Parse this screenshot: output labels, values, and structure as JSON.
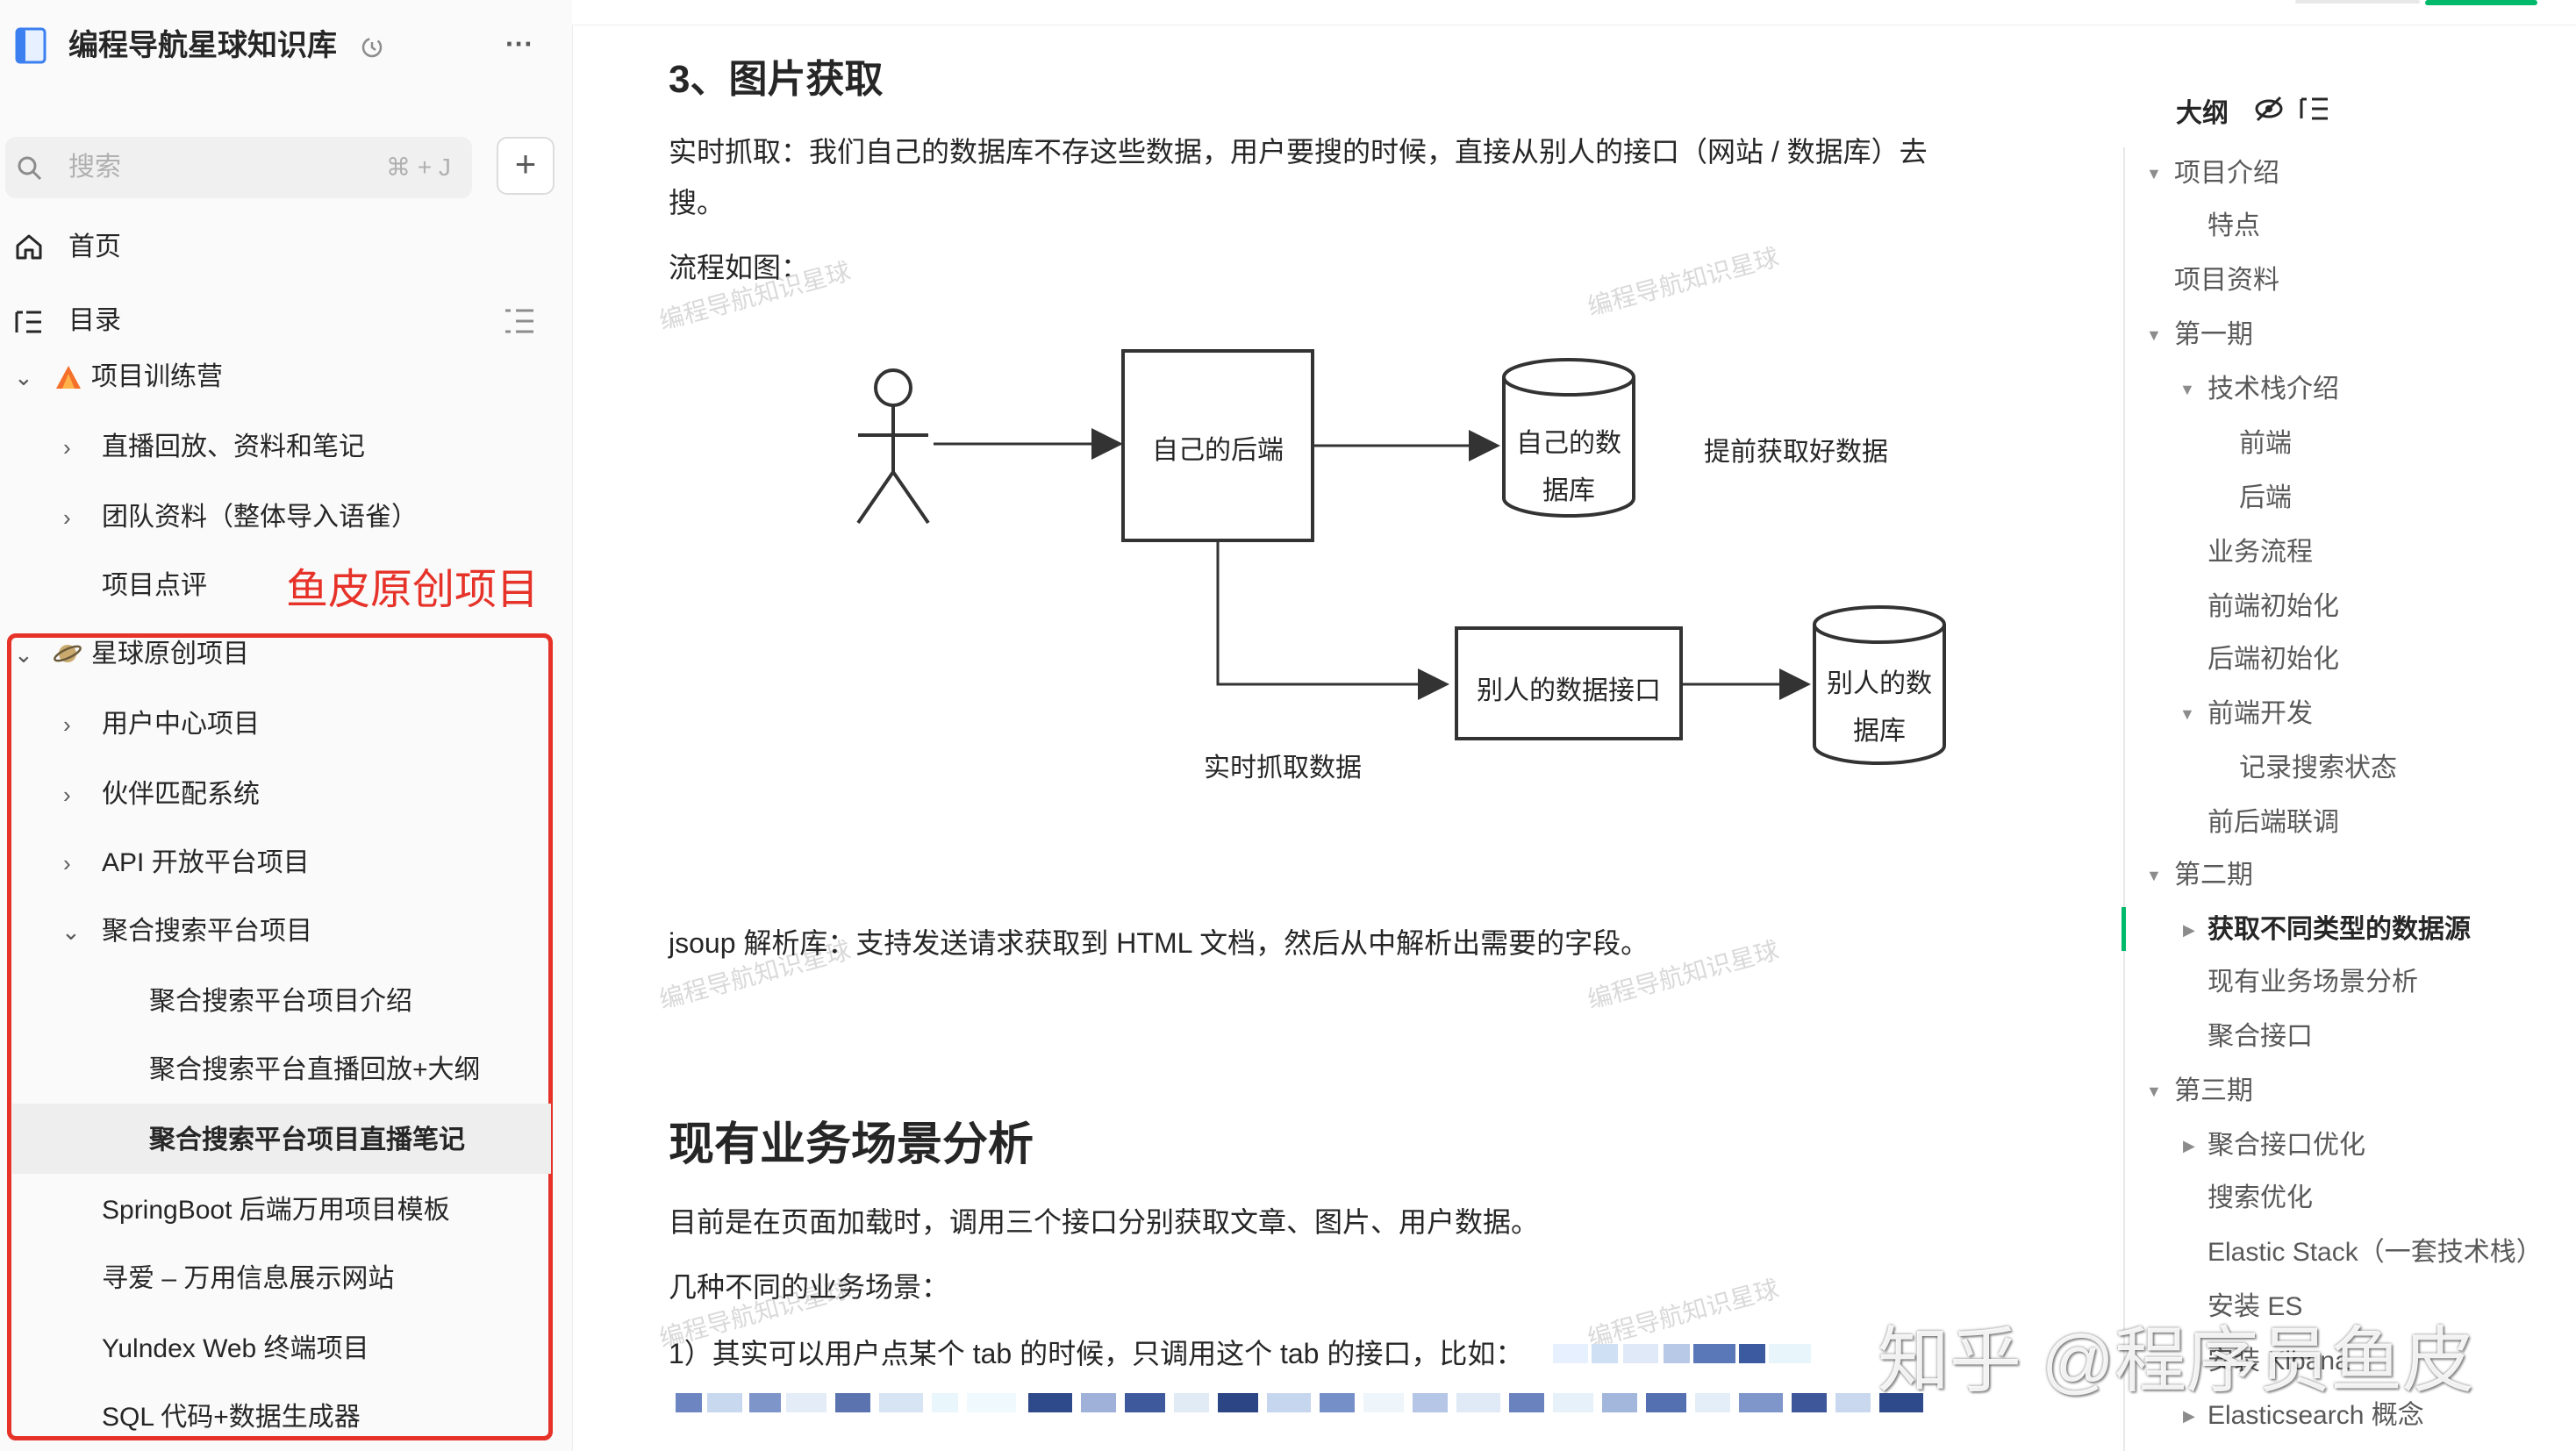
{
  "sidebar": {
    "kb_title": "编程导航星球知识库",
    "more": "···",
    "search_placeholder": "搜索",
    "search_shortcut": "⌘ + J",
    "add": "+",
    "home": "首页",
    "toc": "目录",
    "tree": [
      {
        "label": "项目训练营",
        "level": 0,
        "expand": "open"
      },
      {
        "label": "直播回放、资料和笔记",
        "level": 1,
        "expand": "closed"
      },
      {
        "label": "团队资料（整体导入语雀）",
        "level": 1,
        "expand": "closed"
      },
      {
        "label": "项目点评",
        "level": 1,
        "expand": "none"
      },
      {
        "label": "星球原创项目",
        "level": 0,
        "expand": "open"
      },
      {
        "label": "用户中心项目",
        "level": 1,
        "expand": "closed"
      },
      {
        "label": "伙伴匹配系统",
        "level": 1,
        "expand": "closed"
      },
      {
        "label": "API 开放平台项目",
        "level": 1,
        "expand": "closed"
      },
      {
        "label": "聚合搜索平台项目",
        "level": 1,
        "expand": "open"
      },
      {
        "label": "聚合搜索平台项目介绍",
        "level": 2,
        "expand": "none"
      },
      {
        "label": "聚合搜索平台直播回放+大纲",
        "level": 2,
        "expand": "none"
      },
      {
        "label": "聚合搜索平台项目直播笔记",
        "level": 2,
        "expand": "none",
        "active": true
      },
      {
        "label": "SpringBoot 后端万用项目模板",
        "level": 1,
        "expand": "none"
      },
      {
        "label": "寻爱 – 万用信息展示网站",
        "level": 1,
        "expand": "none"
      },
      {
        "label": "Yulndex Web 终端项目",
        "level": 1,
        "expand": "none"
      },
      {
        "label": "SQL 代码+数据生成器",
        "level": 1,
        "expand": "none"
      }
    ],
    "annotation": "鱼皮原创项目",
    "colors": {
      "annotation": "#e63228",
      "active_bg": "#eeeeee"
    }
  },
  "content": {
    "section3_title": "3、图片获取",
    "p_realtime_1": "实时抓取：我们自己的数据库不存这些数据，用户要搜的时候，直接从别人的接口（网站 / 数据库）去",
    "p_realtime_2": "搜。",
    "p_flow": "流程如图：",
    "diagram": {
      "own_backend": "自己的后端",
      "own_db_1": "自己的数",
      "own_db_2": "据库",
      "prefetch": "提前获取好数据",
      "other_api": "别人的数据接口",
      "other_db_1": "别人的数",
      "other_db_2": "据库",
      "realtime": "实时抓取数据"
    },
    "p_jsoup": "jsoup 解析库：支持发送请求获取到 HTML 文档，然后从中解析出需要的字段。",
    "section_title": "现有业务场景分析",
    "p_current": "目前是在页面加载时，调用三个接口分别获取文章、图片、用户数据。",
    "p_scenes": "几种不同的业务场景：",
    "p_item1": "1）其实可以用户点某个 tab 的时候，只调用这个 tab 的接口，比如：",
    "watermark": "编程导航知识星球"
  },
  "outline": {
    "title": "大纲",
    "items": [
      {
        "label": "项目介绍",
        "level": 0,
        "expand": "open"
      },
      {
        "label": "特点",
        "level": 1,
        "expand": "none"
      },
      {
        "label": "项目资料",
        "level": 0,
        "expand": "none"
      },
      {
        "label": "第一期",
        "level": 0,
        "expand": "open"
      },
      {
        "label": "技术栈介绍",
        "level": 1,
        "expand": "open"
      },
      {
        "label": "前端",
        "level": 2,
        "expand": "none"
      },
      {
        "label": "后端",
        "level": 2,
        "expand": "none"
      },
      {
        "label": "业务流程",
        "level": 1,
        "expand": "none"
      },
      {
        "label": "前端初始化",
        "level": 1,
        "expand": "none"
      },
      {
        "label": "后端初始化",
        "level": 1,
        "expand": "none"
      },
      {
        "label": "前端开发",
        "level": 1,
        "expand": "open"
      },
      {
        "label": "记录搜索状态",
        "level": 2,
        "expand": "none"
      },
      {
        "label": "前后端联调",
        "level": 1,
        "expand": "none"
      },
      {
        "label": "第二期",
        "level": 0,
        "expand": "open"
      },
      {
        "label": "获取不同类型的数据源",
        "level": 1,
        "expand": "closed",
        "active": true
      },
      {
        "label": "现有业务场景分析",
        "level": 1,
        "expand": "none"
      },
      {
        "label": "聚合接口",
        "level": 1,
        "expand": "none"
      },
      {
        "label": "第三期",
        "level": 0,
        "expand": "open"
      },
      {
        "label": "聚合接口优化",
        "level": 1,
        "expand": "closed"
      },
      {
        "label": "搜索优化",
        "level": 1,
        "expand": "none"
      },
      {
        "label": "Elastic Stack（一套技术栈）",
        "level": 1,
        "expand": "none"
      },
      {
        "label": "安装 ES",
        "level": 1,
        "expand": "none"
      },
      {
        "label": "安装 Kibana",
        "level": 1,
        "expand": "none"
      },
      {
        "label": "Elasticsearch 概念",
        "level": 1,
        "expand": "closed"
      }
    ],
    "colors": {
      "active_bar": "#00b96b"
    }
  },
  "overlay_watermark": "知乎 @程序员鱼皮"
}
